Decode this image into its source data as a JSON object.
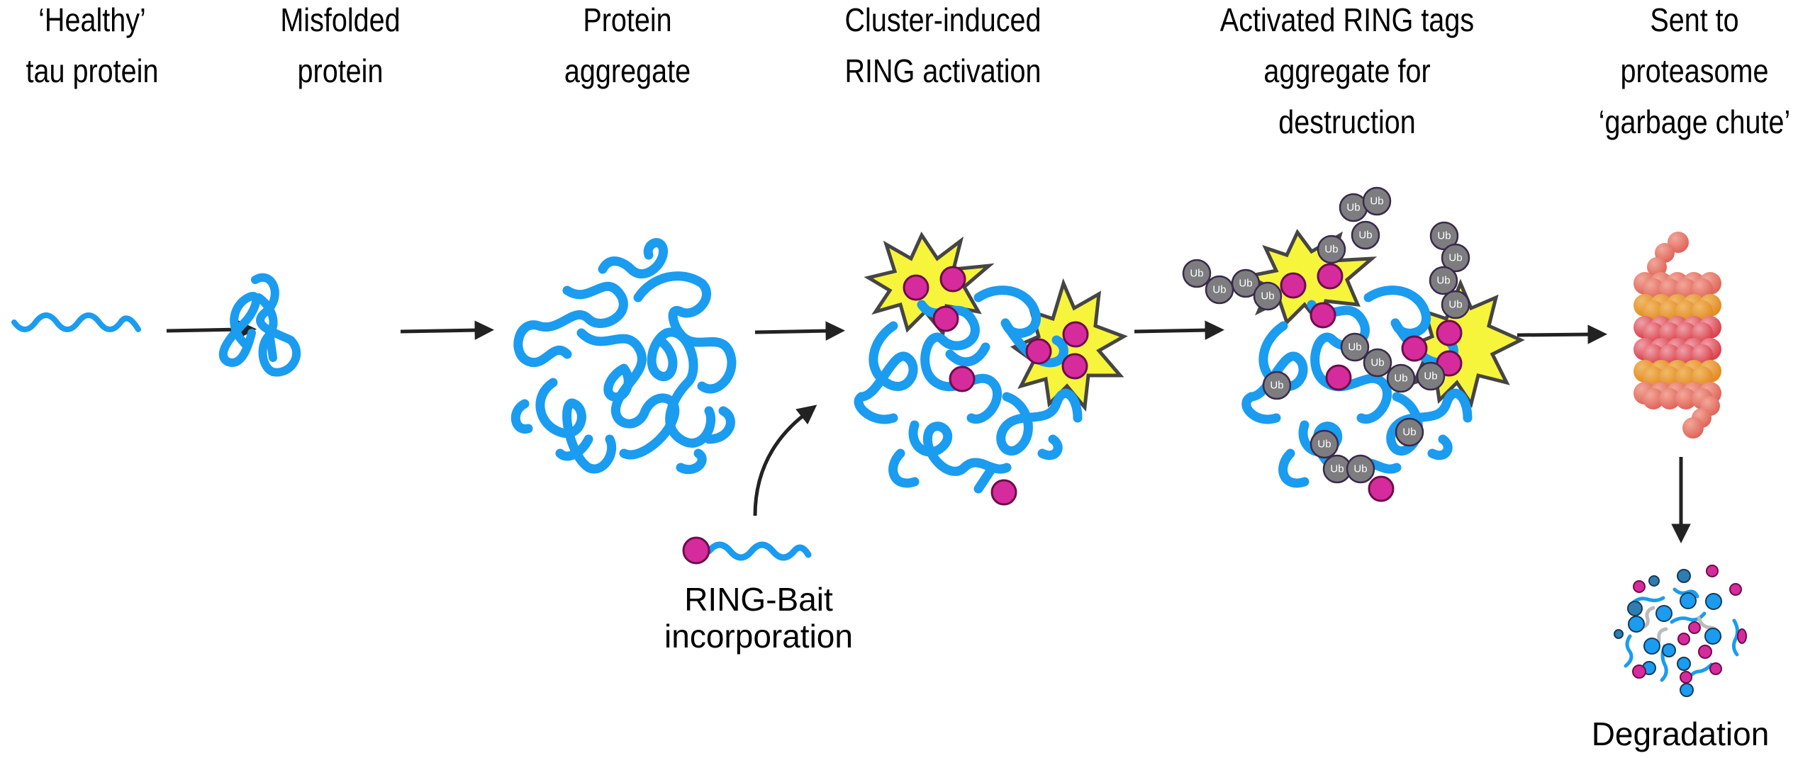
{
  "stages": [
    {
      "id": "healthy",
      "lines": [
        "‘Healthy’",
        "tau protein"
      ]
    },
    {
      "id": "misfolded",
      "lines": [
        "Misfolded",
        "protein"
      ]
    },
    {
      "id": "aggregate",
      "lines": [
        "Protein",
        "aggregate"
      ]
    },
    {
      "id": "cluster",
      "lines": [
        "Cluster-induced",
        "RING activation"
      ]
    },
    {
      "id": "tagged",
      "lines": [
        "Activated RING tags",
        "aggregate for",
        "destruction"
      ]
    },
    {
      "id": "proteasome",
      "lines": [
        "Sent to",
        "proteasome",
        "‘garbage chute’"
      ]
    }
  ],
  "side_labels": {
    "ring_bait": [
      "RING-Bait",
      "incorporation"
    ],
    "degradation": "Degradation"
  },
  "ub_label": "Ub",
  "colors": {
    "protein": "#1a9cf0",
    "ring": "#d62b9c",
    "ring_stroke": "#6e0c4a",
    "burst": "#f7f43c",
    "burst_stroke": "#454545",
    "ub": "#7d7d80",
    "ub_stroke": "#3a2a4a",
    "arrow": "#222222",
    "proteasome": [
      "#e8705a",
      "#e99a2e",
      "#e0525a",
      "#f2a89a"
    ]
  }
}
